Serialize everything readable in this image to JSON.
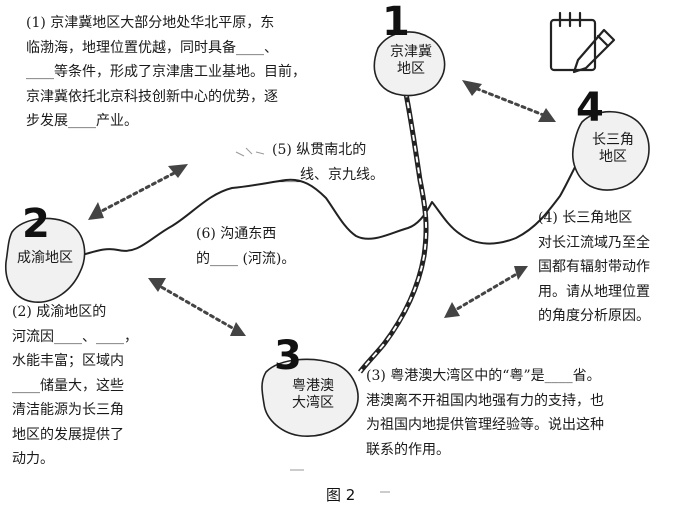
{
  "regions": [
    {
      "id": 1,
      "number": "1",
      "label": "京津冀\n地区"
    },
    {
      "id": 2,
      "number": "2",
      "label": "成渝地区"
    },
    {
      "id": 3,
      "number": "3",
      "label": "粤港澳\n大湾区"
    },
    {
      "id": 4,
      "number": "4",
      "label": "长三角\n地区"
    }
  ],
  "questions": {
    "q1": [
      "(1) 京津冀地区大部分地处华北平原，东",
      "临渤海，地理位置优越，同时具备____、",
      "____等条件，形成了京津唐工业基地。目前，",
      "京津冀依托北京科技创新中心的优势，逐",
      "步发展____产业。"
    ],
    "q2": [
      "(2) 成渝地区的",
      "河流因____、____，",
      "水能丰富；区域内",
      "____储量大，这些",
      "清洁能源为长三角",
      "地区的发展提供了",
      "动力。"
    ],
    "q3": [
      "(3) 粤港澳大湾区中的“粤”是____省。",
      "港澳离不开祖国内地强有力的支持，也",
      "为祖国内地提供管理经验等。说出这种",
      "联系的作用。"
    ],
    "q4": [
      "(4) 长三角地区",
      "对长江流域乃至全",
      "国都有辐射带动作",
      "用。请从地理位置",
      "的角度分析原因。"
    ],
    "q5": [
      "(5) 纵贯南北的",
      "____线、京九线。"
    ],
    "q6": [
      "(6) 沟通东西",
      "的____ (河流)。"
    ]
  },
  "caption": "图 2",
  "icons": {
    "notepad": "notepad-pencil-icon"
  }
}
